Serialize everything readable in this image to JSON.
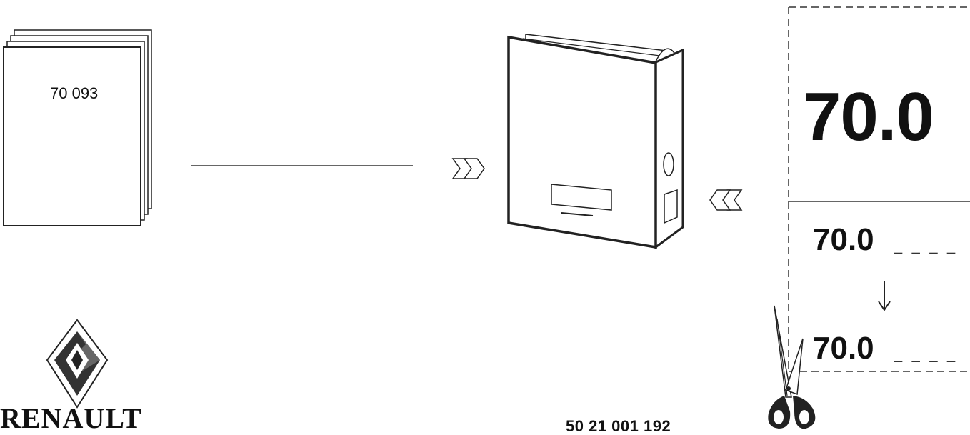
{
  "booklet": {
    "number": "70 093"
  },
  "label_card": {
    "large_code": "70.0",
    "old_code": "70.0",
    "new_code": "70.0",
    "dots": "_ _ _ _"
  },
  "brand": {
    "name": "RENAULT"
  },
  "footer": {
    "reference": "50 21 001 192"
  },
  "icons": {
    "insert_arrow": "double-chevron-right-icon",
    "extract_arrow": "double-chevron-left-icon",
    "down_arrow": "down-arrow-icon",
    "scissors": "scissors-icon",
    "logo": "renault-diamond-logo"
  }
}
